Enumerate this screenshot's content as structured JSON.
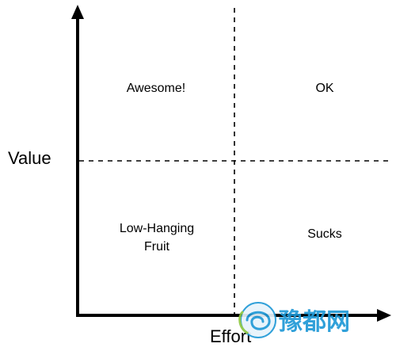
{
  "axes": {
    "y_label": "Value",
    "x_label": "Effort"
  },
  "quadrants": {
    "top_left": {
      "label": "Awesome!"
    },
    "top_right": {
      "label": "OK"
    },
    "bottom_left": {
      "lines": [
        "Low-Hanging",
        "Fruit"
      ]
    },
    "bottom_right": {
      "label": "Sucks"
    }
  },
  "watermark": {
    "text": "豫都网",
    "color": "#1f98d6"
  },
  "colors": {
    "axis": "#000000",
    "divider": "#000000"
  }
}
